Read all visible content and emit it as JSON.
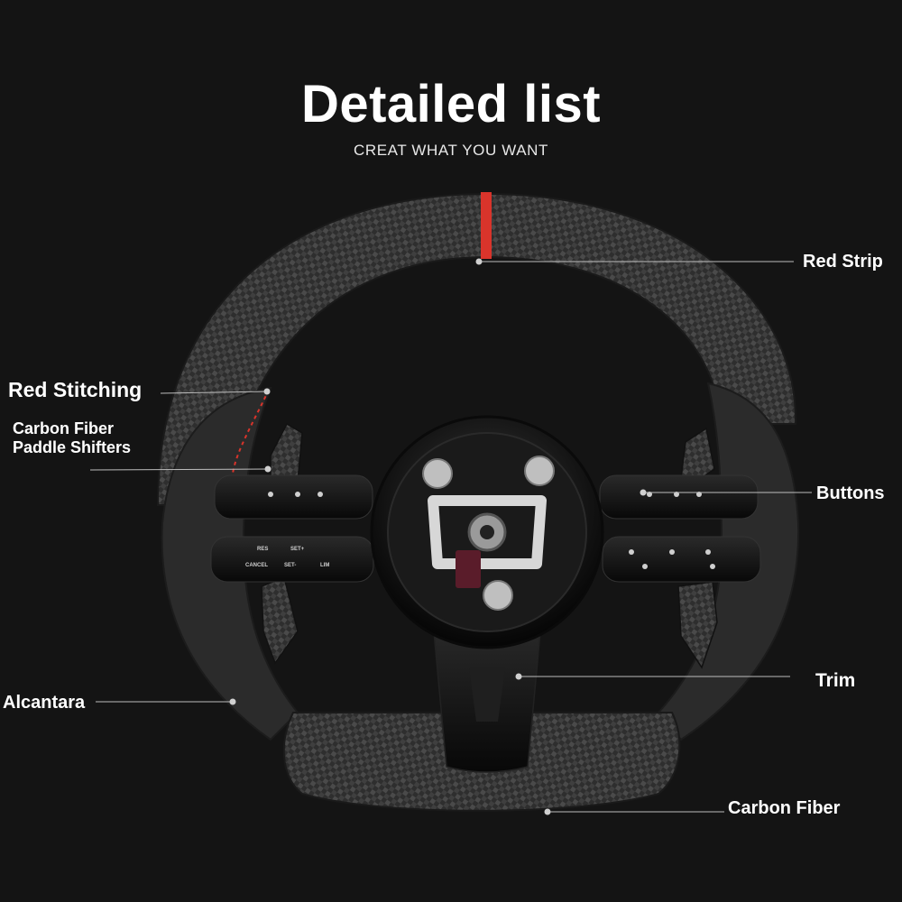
{
  "header": {
    "title": "Detailed list",
    "subtitle": "CREAT WHAT YOU WANT"
  },
  "callouts": {
    "red_strip": "Red Strip",
    "red_stitching": "Red Stitching",
    "paddle_line1": "Carbon Fiber",
    "paddle_line2": "Paddle Shifters",
    "buttons": "Buttons",
    "alcantara": "Alcantara",
    "trim": "Trim",
    "carbon_fiber": "Carbon Fiber"
  },
  "button_labels": {
    "res": "RES",
    "cancel": "CANCEL",
    "set_plus": "SET+",
    "set_minus": "SET-",
    "lim": "LIM"
  },
  "colors": {
    "background": "#141414",
    "accent_red": "#d9342b",
    "leader_line": "#bdbdbd",
    "alcantara": "#2b2b2b",
    "carbon": "#3a3a3a"
  }
}
